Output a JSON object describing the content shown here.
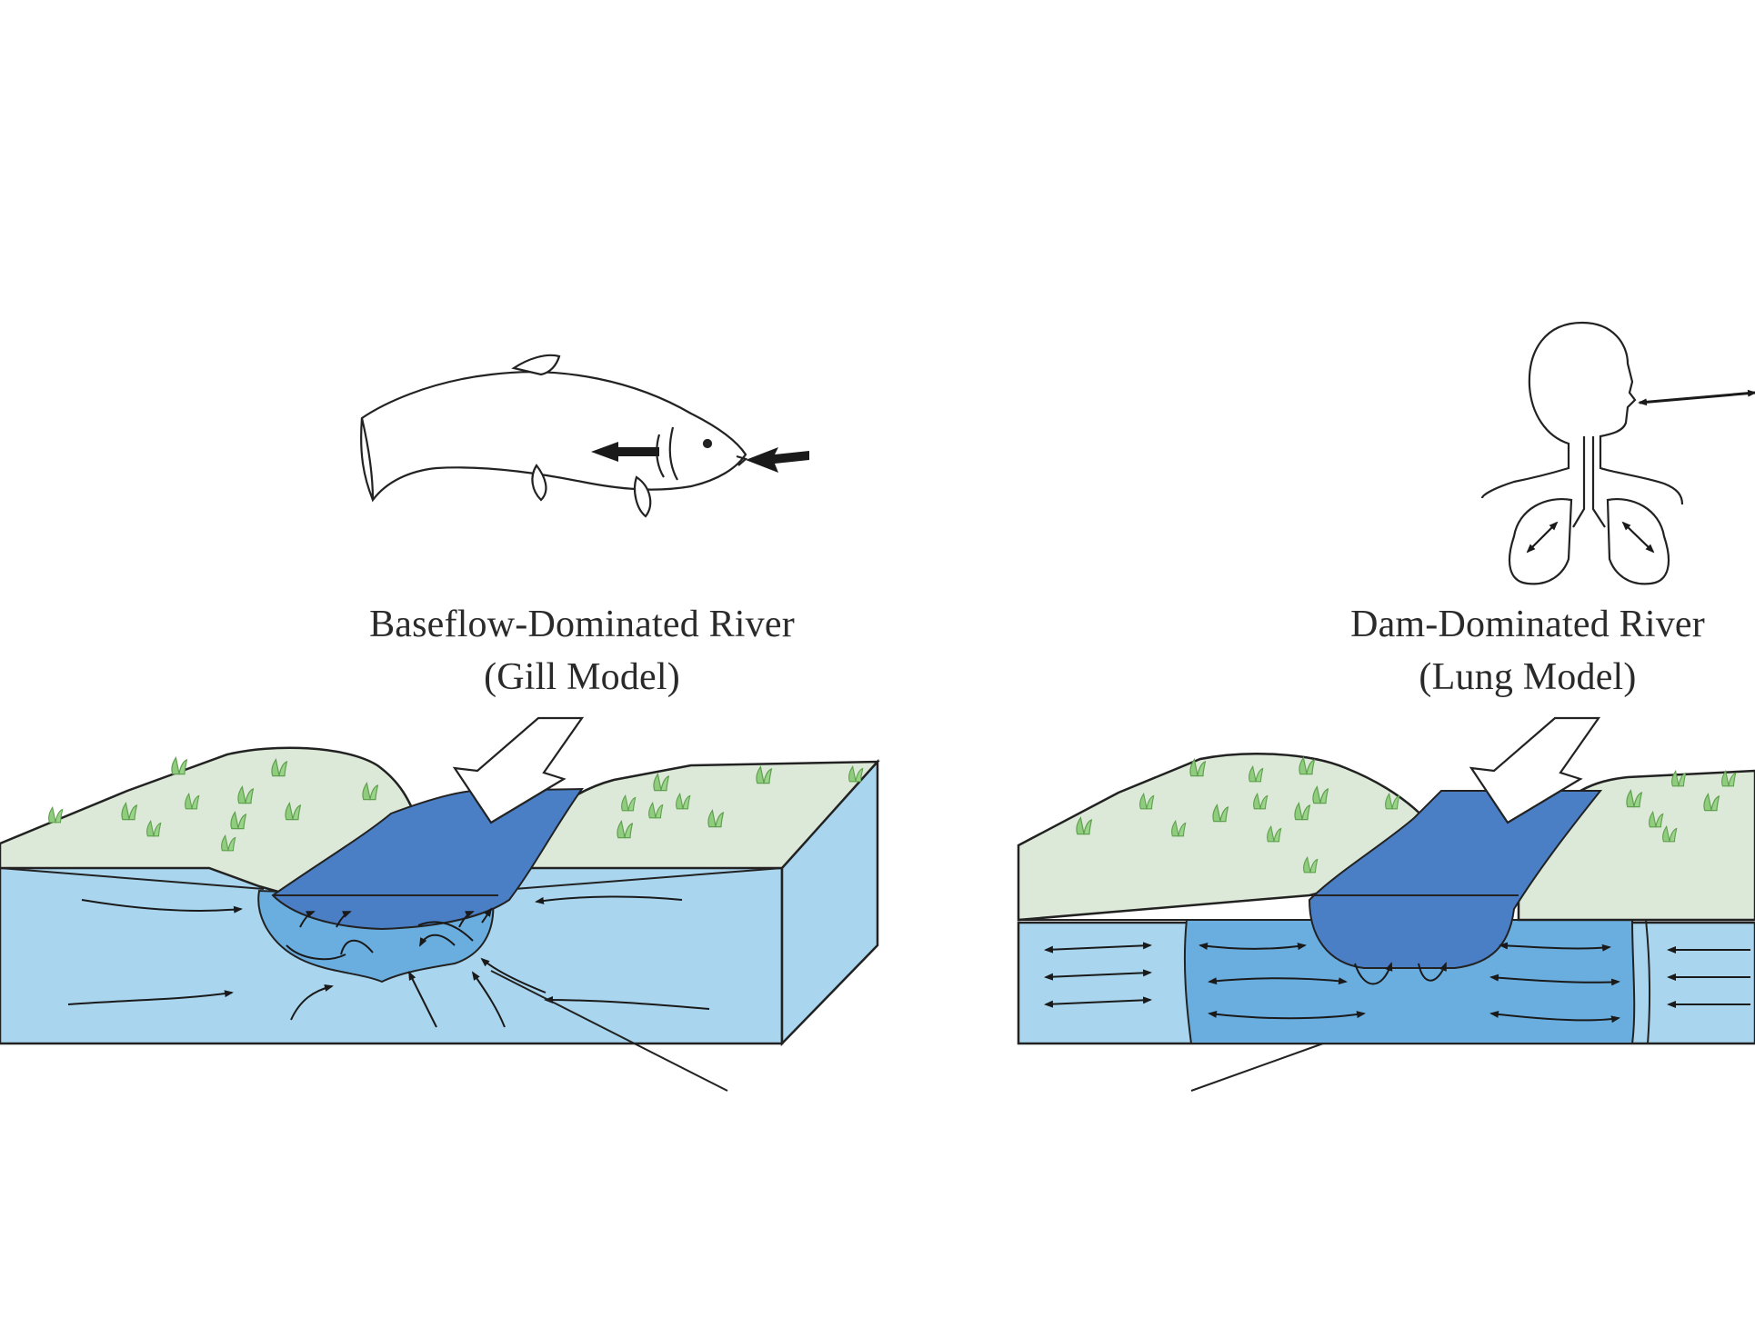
{
  "panels": [
    {
      "title": "Baseflow-Dominated River",
      "subtitle": "(Gill Model)",
      "icon": "fish-icon"
    },
    {
      "title": "Dam-Dominated River",
      "subtitle": "(Lung Model)",
      "icon": "human-lungs-icon"
    }
  ],
  "colors": {
    "groundwater": "#a9d6ee",
    "hyporheic_zone": "#6aaee0",
    "river_water": "#4a7fc6",
    "banks": "#dde9d8",
    "grass": "#8fcc7e",
    "outline": "#222222",
    "background": "#ffffff"
  }
}
